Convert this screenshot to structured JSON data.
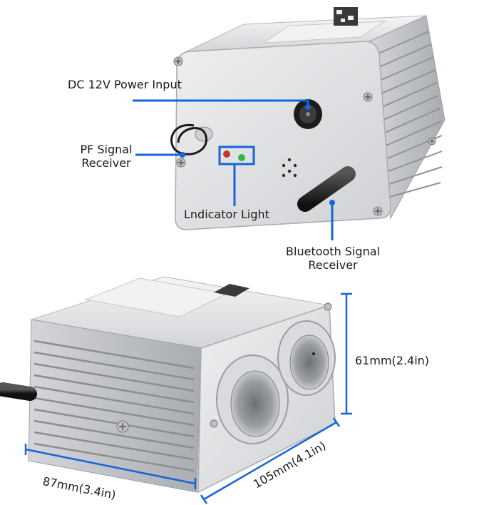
{
  "colors": {
    "annotation_blue": "#1565d8",
    "aluminum_light": "#e9eaec",
    "aluminum_mid": "#c9cbcf",
    "aluminum_dark": "#8f9297",
    "antenna_black": "#1b1b1b",
    "led_red": "#c0392b",
    "led_green": "#3bb34a"
  },
  "callouts": {
    "power_input": "DC 12V Power Input",
    "pf_signal_line1": "PF Signal",
    "pf_signal_line2": "Receiver",
    "indicator_light": "Lndicator Light",
    "bluetooth_line1": "Bluetooth Signal",
    "bluetooth_line2": "Receiver"
  },
  "dimensions": {
    "height": "61mm(2.4in)",
    "width": "87mm(3.4in)",
    "depth": "105mm(4.1in)"
  },
  "icons": [
    "screw-icon",
    "qr-code-icon",
    "antenna-icon",
    "power-jack-icon",
    "led-icon",
    "speaker-grille-icon",
    "fiber-port-icon"
  ]
}
